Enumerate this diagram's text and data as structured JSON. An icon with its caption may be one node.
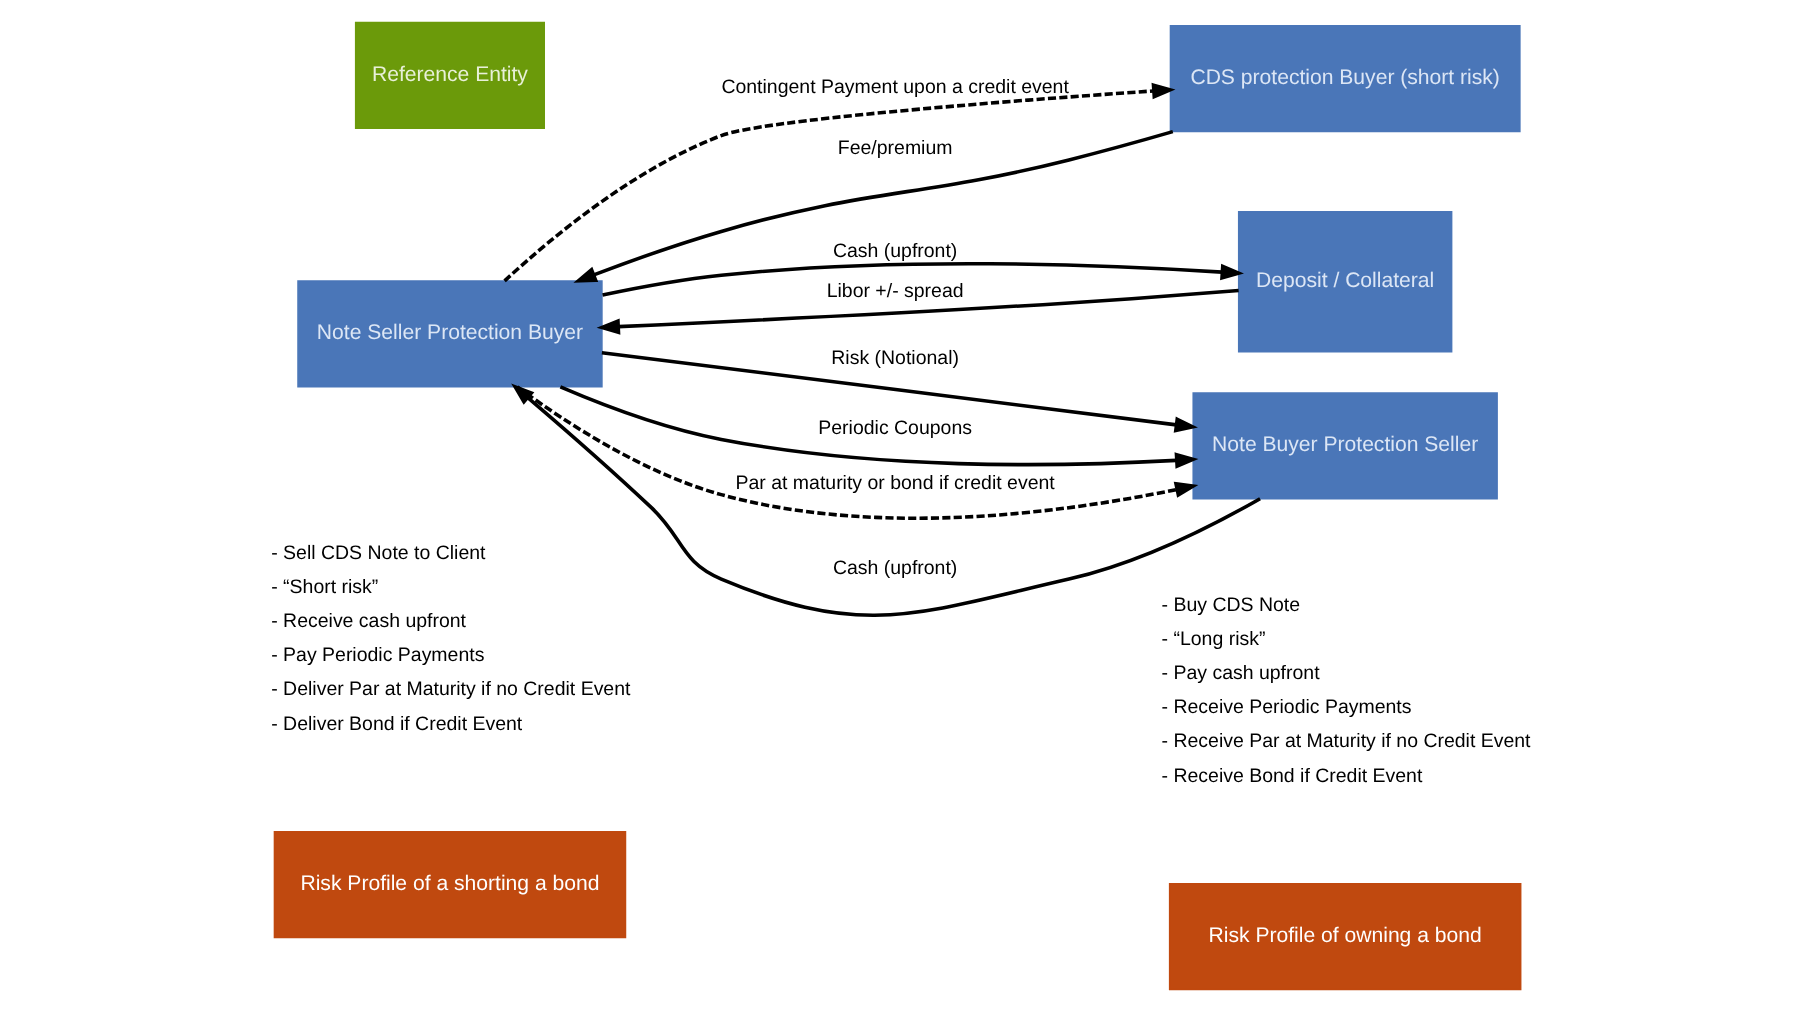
{
  "diagram": {
    "nodes": [
      {
        "text": [
          "Reference Entity"
        ]
      },
      {
        "text": [
          "CDS protection Buyer (short risk)"
        ]
      },
      {
        "text": [
          "Note Seller Protection Buyer"
        ]
      },
      {
        "text": [
          "Note Buyer Protection Seller"
        ]
      },
      {
        "text": [
          "Deposit / Collateral"
        ]
      },
      {
        "text": [
          "Risk Profile of a shorting a bond"
        ]
      },
      {
        "text": [
          "Risk Profile of owning a bond"
        ]
      }
    ],
    "edges": [
      {
        "from": 1,
        "to": 2,
        "arrow": "to",
        "label": "Fee/premium"
      },
      {
        "from": 2,
        "to": 1,
        "arrow": "to",
        "label": "Contingent Payment upon a credit event",
        "style": "dashed"
      },
      {
        "from": 2,
        "to": 3,
        "arrow": "to",
        "label": "Risk (Notional)"
      },
      {
        "from": 3,
        "to": 2,
        "arrow": "to",
        "label": "Cash (upfront)"
      },
      {
        "from": 2,
        "to": 3,
        "arrow": "to",
        "label": "Periodic Coupons"
      },
      {
        "from": 2,
        "to": 3,
        "arrow": "to",
        "label": "Par at maturity or bond if credit event",
        "style": "dashed"
      },
      {
        "from": 2,
        "to": 4,
        "arrow": "to",
        "label": "Cash (upfront)"
      },
      {
        "from": 4,
        "to": 2,
        "arrow": "to",
        "label": "Libor +/- spread"
      }
    ],
    "labels": [
      "- Sell CDS Note to Client",
      "- “Short risk”",
      "- Receive cash upfront",
      "- Pay Periodic Payments",
      "- Deliver Par at Maturity if no Credit Event",
      "- Deliver Bond if Credit Event",
      "- Buy CDS Note",
      "- “Long risk”",
      "- Pay cash upfront",
      "- Receive Periodic Payments",
      "- Receive Par at Maturity if no Credit Event",
      "- Receive Bond if Credit Event"
    ]
  }
}
